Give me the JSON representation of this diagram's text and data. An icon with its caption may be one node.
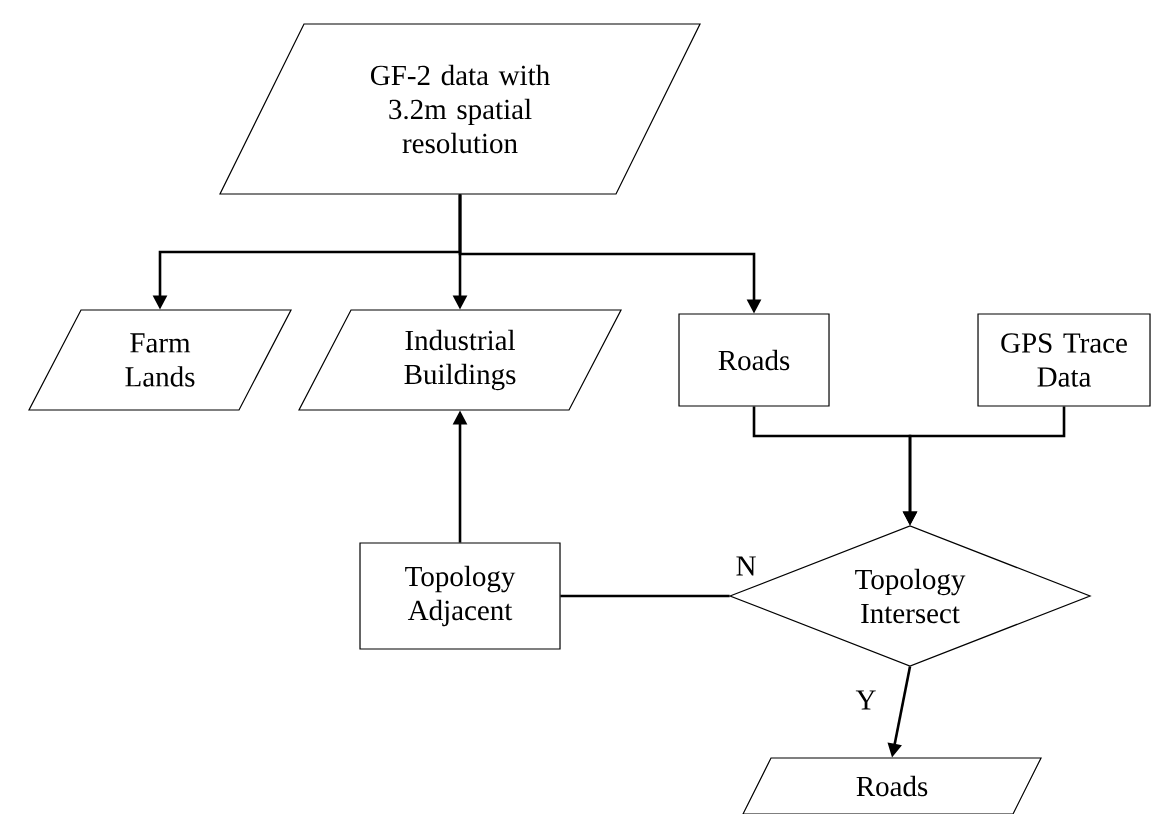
{
  "diagram": {
    "nodes": [
      {
        "text": [
          "GF-2 data with 3.2m spatial resolution"
        ]
      },
      {
        "text": [
          "Farm Lands"
        ]
      },
      {
        "text": [
          "Industrial Buildings"
        ]
      },
      {
        "text": [
          "Roads"
        ]
      },
      {
        "text": [
          "GPS Trace Data"
        ]
      },
      {
        "text": [
          "Topology Adjacent"
        ]
      },
      {
        "text": [
          "Topology Intersect"
        ]
      },
      {
        "text": [
          "Roads"
        ]
      }
    ],
    "edges": [
      {
        "from": 0,
        "to": 1,
        "arrow": "to"
      },
      {
        "from": 0,
        "to": 2,
        "arrow": "to"
      },
      {
        "from": 0,
        "to": 3,
        "arrow": "to"
      },
      {
        "from": 3,
        "to": 6,
        "arrow": "to"
      },
      {
        "from": 4,
        "to": 6,
        "arrow": "to"
      },
      {
        "from": 6,
        "to": 5,
        "arrow": "none",
        "label": "N"
      },
      {
        "from": 5,
        "to": 2,
        "arrow": "to"
      },
      {
        "from": 6,
        "to": 7,
        "arrow": "to",
        "label": "Y"
      }
    ]
  }
}
